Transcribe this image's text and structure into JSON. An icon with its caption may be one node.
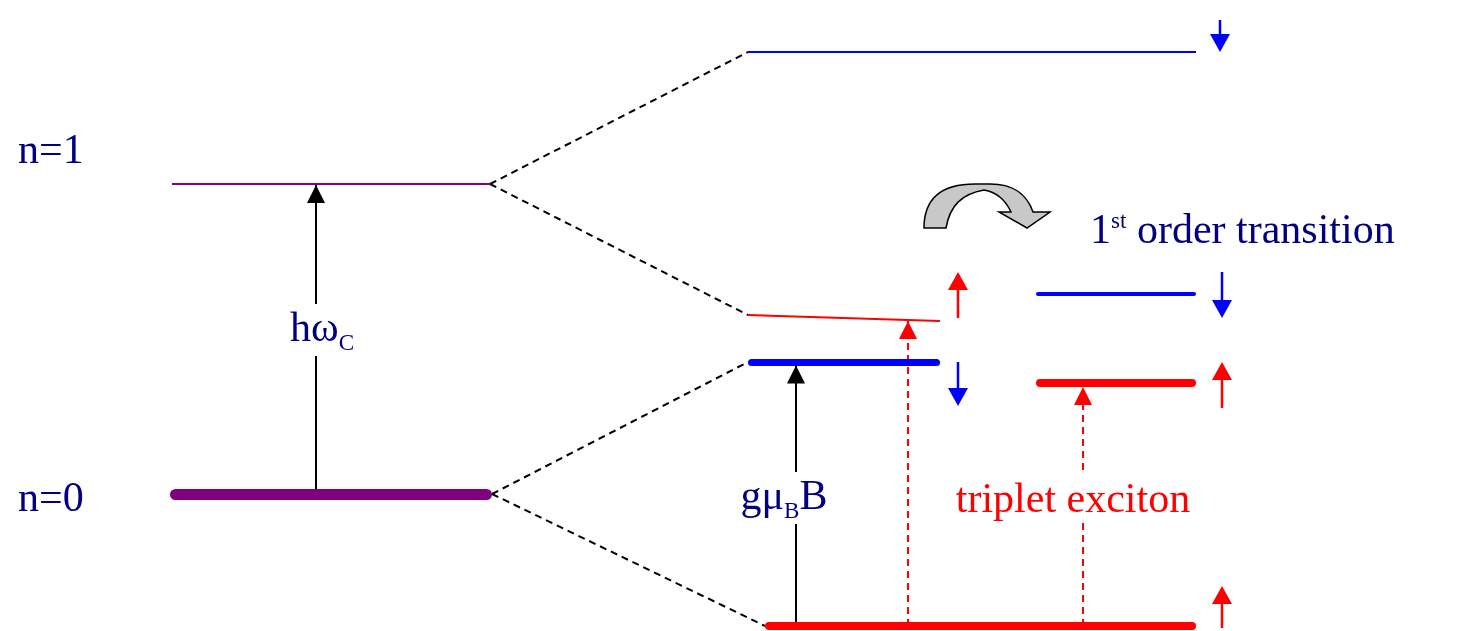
{
  "diagram": {
    "nodes": [
      {
        "text": [],
        "shape": "bar",
        "beside": [
          "n=1"
        ]
      },
      {
        "text": [],
        "shape": "bar",
        "beside": [
          "n=0"
        ]
      },
      {
        "text": [],
        "shape": "bar"
      },
      {
        "text": [],
        "shape": "bar"
      },
      {
        "text": [],
        "shape": "bar"
      },
      {
        "text": [],
        "shape": "bar"
      },
      {
        "text": [],
        "shape": "bar"
      },
      {
        "text": [],
        "shape": "bar"
      }
    ],
    "edges": [
      {
        "from": 0,
        "to": 2,
        "arrow": "none",
        "style": "dashed"
      },
      {
        "from": 0,
        "to": 3,
        "arrow": "none",
        "style": "dashed"
      },
      {
        "from": 1,
        "to": 4,
        "arrow": "none",
        "style": "dashed"
      },
      {
        "from": 1,
        "to": 5,
        "arrow": "none",
        "style": "dashed"
      },
      {
        "from": 1,
        "to": 0,
        "arrow": "to",
        "label": "hω$_{C}$"
      },
      {
        "from": 5,
        "to": 4,
        "arrow": "to",
        "label": "gμ$_{B}$B"
      },
      {
        "from": 5,
        "to": 3,
        "arrow": "to",
        "style": "dashed",
        "color": "#ff0000"
      },
      {
        "from": 5,
        "to": 7,
        "arrow": "to",
        "style": "dashed",
        "color": "#ff0000",
        "label": "triplet exciton"
      }
    ],
    "labels": [
      "1$^{st}$ order transition"
    ]
  }
}
